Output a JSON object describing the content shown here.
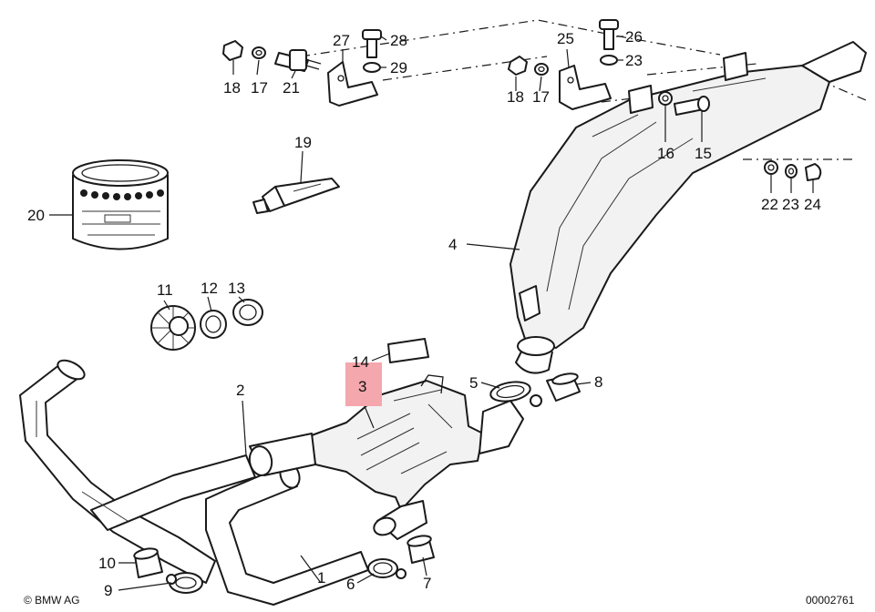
{
  "colors": {
    "highlight": "#f4a7ad",
    "line": "#1a1a1a",
    "background": "#ffffff"
  },
  "callouts": [
    {
      "id": "l1",
      "label": "1"
    },
    {
      "id": "l2",
      "label": "2"
    },
    {
      "id": "l3",
      "label": "3"
    },
    {
      "id": "l4",
      "label": "4"
    },
    {
      "id": "l5",
      "label": "5"
    },
    {
      "id": "l6",
      "label": "6"
    },
    {
      "id": "l7",
      "label": "7"
    },
    {
      "id": "l8",
      "label": "8"
    },
    {
      "id": "l9",
      "label": "9"
    },
    {
      "id": "l10",
      "label": "10"
    },
    {
      "id": "l11",
      "label": "11"
    },
    {
      "id": "l12",
      "label": "12"
    },
    {
      "id": "l13",
      "label": "13"
    },
    {
      "id": "l14",
      "label": "14"
    },
    {
      "id": "l15",
      "label": "15"
    },
    {
      "id": "l16",
      "label": "16"
    },
    {
      "id": "l17a",
      "label": "17"
    },
    {
      "id": "l17b",
      "label": "17"
    },
    {
      "id": "l18a",
      "label": "18"
    },
    {
      "id": "l18b",
      "label": "18"
    },
    {
      "id": "l19",
      "label": "19"
    },
    {
      "id": "l20",
      "label": "20"
    },
    {
      "id": "l21",
      "label": "21"
    },
    {
      "id": "l22",
      "label": "22"
    },
    {
      "id": "l23a",
      "label": "23"
    },
    {
      "id": "l23b",
      "label": "23"
    },
    {
      "id": "l24",
      "label": "24"
    },
    {
      "id": "l25",
      "label": "25"
    },
    {
      "id": "l26",
      "label": "26"
    },
    {
      "id": "l27",
      "label": "27"
    },
    {
      "id": "l28",
      "label": "28"
    },
    {
      "id": "l29",
      "label": "29"
    }
  ],
  "highlighted_part": "3",
  "footer": {
    "copyright": "© BMW AG",
    "doc_number": "00002761"
  }
}
